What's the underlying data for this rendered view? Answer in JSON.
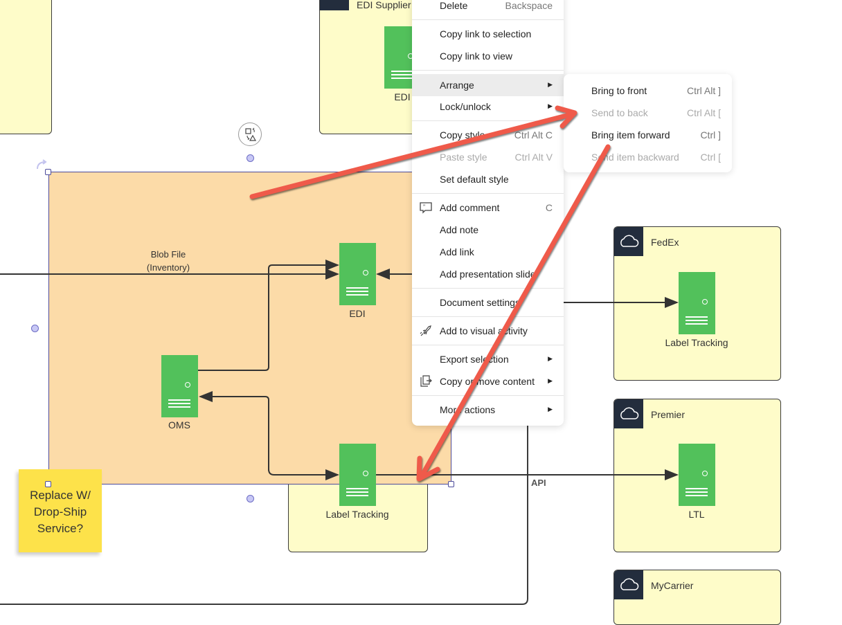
{
  "canvas": {
    "top_box": {
      "title": "EDI Supplier",
      "server_label": "EDI"
    },
    "group": {
      "connector_label": "Blob File\n(Inventory)",
      "edi_label": "EDI",
      "oms_label": "OMS",
      "label_tracking_label": "Label Tracking"
    },
    "api_label": "API",
    "sticky_note": "Replace W/ Drop-Ship Service?",
    "carriers": [
      {
        "title": "FedEx",
        "server_label": "Label Tracking"
      },
      {
        "title": "Premier",
        "server_label": "LTL"
      },
      {
        "title": "MyCarrier",
        "server_label": ""
      }
    ],
    "colors": {
      "server": "#52c15b",
      "group_fill": "#fcdba8",
      "container_fill": "#fefcc9",
      "sticky": "#fde24a",
      "annotation_arrow": "#ef5a4a",
      "selection": "#4b4a9a"
    }
  },
  "context_menu": {
    "items": [
      {
        "label": "Delete",
        "shortcut": "Backspace"
      },
      {
        "label": "Copy link to selection"
      },
      {
        "label": "Copy link to view"
      },
      {
        "label": "Arrange",
        "submenu": true,
        "highlighted": true
      },
      {
        "label": "Lock/unlock",
        "submenu": true
      },
      {
        "label": "Copy style",
        "shortcut": "Ctrl Alt C"
      },
      {
        "label": "Paste style",
        "shortcut": "Ctrl Alt V",
        "disabled": true
      },
      {
        "label": "Set default style"
      },
      {
        "label": "Add comment",
        "shortcut": "C",
        "icon": "comment-icon"
      },
      {
        "label": "Add note"
      },
      {
        "label": "Add link"
      },
      {
        "label": "Add presentation slide"
      },
      {
        "label": "Document settings"
      },
      {
        "label": "Add to visual activity",
        "icon": "rocket-icon"
      },
      {
        "label": "Export selection",
        "submenu": true
      },
      {
        "label": "Copy or move content",
        "submenu": true,
        "icon": "copy-move-icon"
      },
      {
        "label": "More actions",
        "submenu": true
      }
    ]
  },
  "arrange_submenu": {
    "items": [
      {
        "label": "Bring to front",
        "shortcut": "Ctrl Alt ]"
      },
      {
        "label": "Send to back",
        "shortcut": "Ctrl Alt [",
        "disabled": true
      },
      {
        "label": "Bring item forward",
        "shortcut": "Ctrl ]"
      },
      {
        "label": "Send item backward",
        "shortcut": "Ctrl [",
        "disabled": true
      }
    ]
  }
}
